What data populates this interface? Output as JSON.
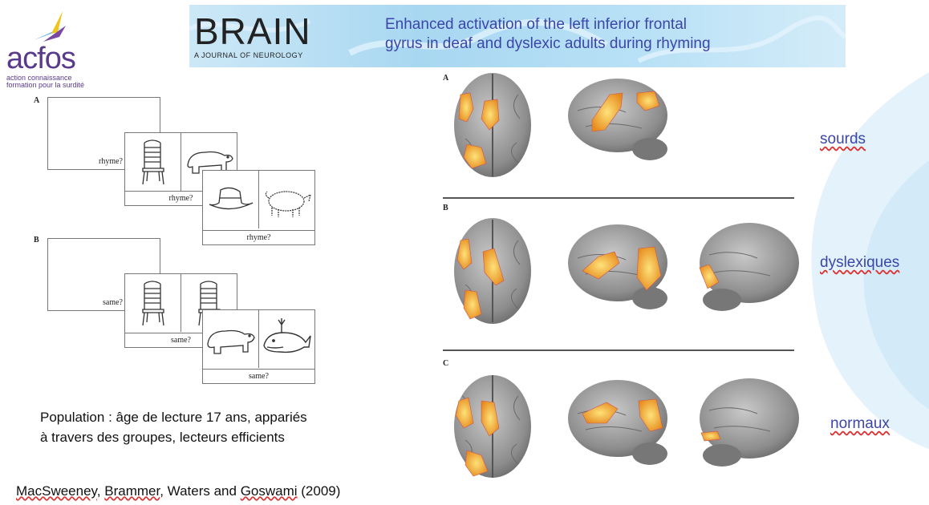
{
  "logo": {
    "word": "acfos",
    "line1": "action connaissance",
    "line2": "formation pour la surdité"
  },
  "banner": {
    "journal": "BRAIN",
    "journal_sub": "A JOURNAL OF NEUROLOGY",
    "headline_line1": "Enhanced activation of the left inferior frontal",
    "headline_line2": "gyrus in deaf and dyslexic adults during rhyming"
  },
  "stimuli": {
    "panel_a_letter": "A",
    "panel_b_letter": "B",
    "rhyme_prompt": "rhyme?",
    "same_prompt": "same?"
  },
  "brains": {
    "panel_a_letter": "A",
    "panel_b_letter": "B",
    "panel_c_letter": "C"
  },
  "groups": {
    "deaf": "sourds",
    "dyslexic": "dyslexiques",
    "normal": "normaux"
  },
  "population": {
    "line1": "Population : âge de lecture 17 ans, appariés",
    "line2": "à travers des groupes, lecteurs efficients"
  },
  "citation": {
    "author1": "MacSweeney",
    "sep1": ", ",
    "author2": "Brammer",
    "sep2": ", Waters and ",
    "author3": "Goswami",
    "year": " (2009)"
  },
  "colors": {
    "logo_purple": "#5a3a8a",
    "headline_blue": "#3c46a8",
    "activation_orange": "#f5a623",
    "activation_yellow": "#fde27a"
  }
}
